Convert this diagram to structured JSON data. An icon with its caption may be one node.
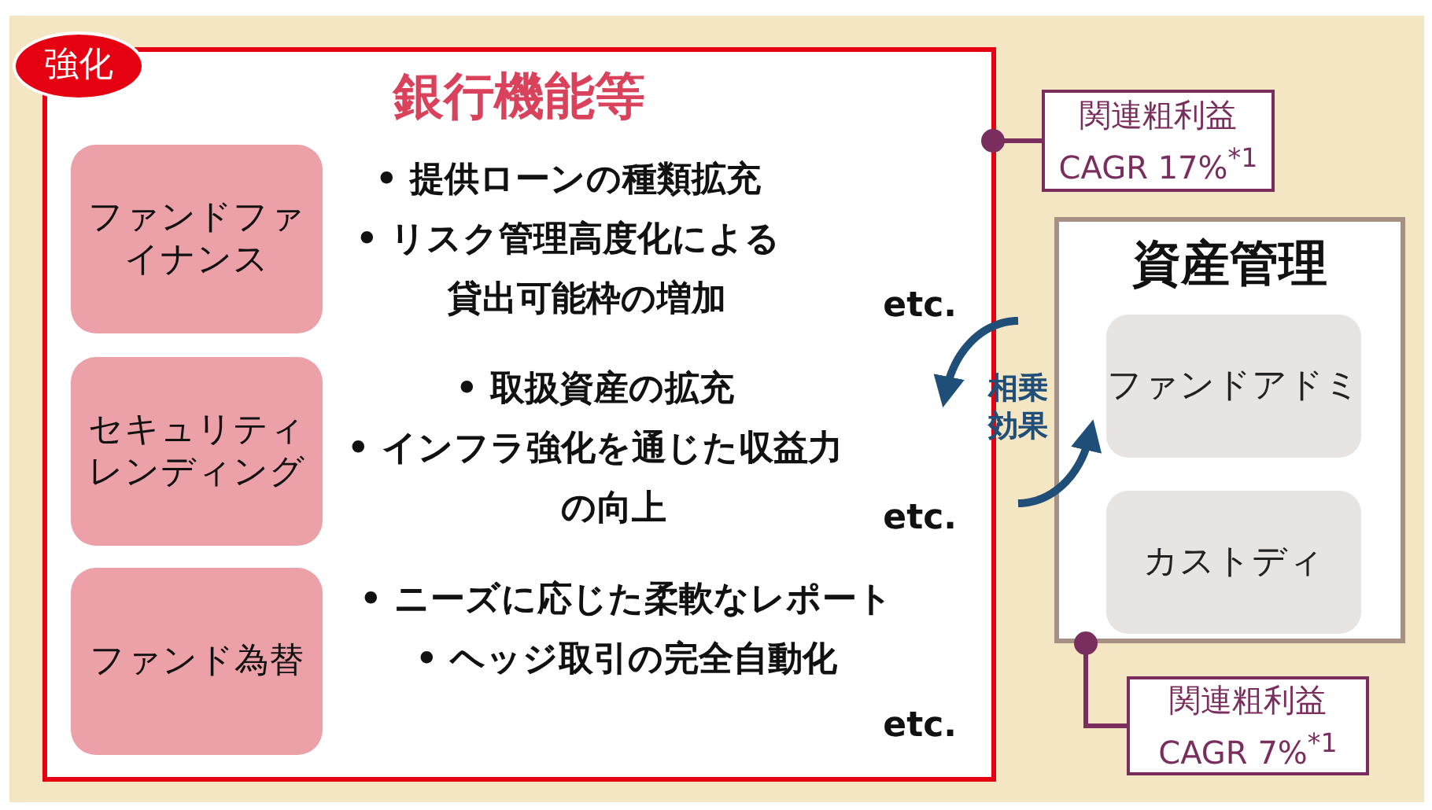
{
  "diagram": {
    "nodes": [
      {
        "text": [
          "銀行機能等"
        ]
      },
      {
        "text": [
          "強化"
        ]
      },
      {
        "text": [
          "ファンドファイナンス"
        ],
        "in": 0,
        "beside": [
          "• 提供ローンの種類拡充",
          "• リスク管理高度化による貸出可能枠の増加",
          "etc."
        ]
      },
      {
        "text": [
          "セキュリティレンディング"
        ],
        "in": 0,
        "beside": [
          "• 取扱資産の拡充",
          "• インフラ強化を通じた収益力の向上",
          "etc."
        ]
      },
      {
        "text": [
          "ファンド為替"
        ],
        "in": 0,
        "beside": [
          "• ニーズに応じた柔軟なレポート",
          "• ヘッジ取引の完全自動化",
          "etc."
        ]
      },
      {
        "text": [
          "資産管理"
        ]
      },
      {
        "text": [
          "ファンドアドミ"
        ],
        "in": 5
      },
      {
        "text": [
          "カストディ"
        ],
        "in": 5
      },
      {
        "text": [
          "関連粗利益 CAGR 17%$^{*1}$"
        ]
      },
      {
        "text": [
          "関連粗利益 CAGR 7%$^{*1}$"
        ]
      }
    ],
    "edges": [
      {
        "from": 8,
        "to": 0,
        "arrow": "other"
      },
      {
        "from": 9,
        "to": 5,
        "arrow": "other"
      }
    ],
    "labels": [
      "相乗効果"
    ]
  }
}
